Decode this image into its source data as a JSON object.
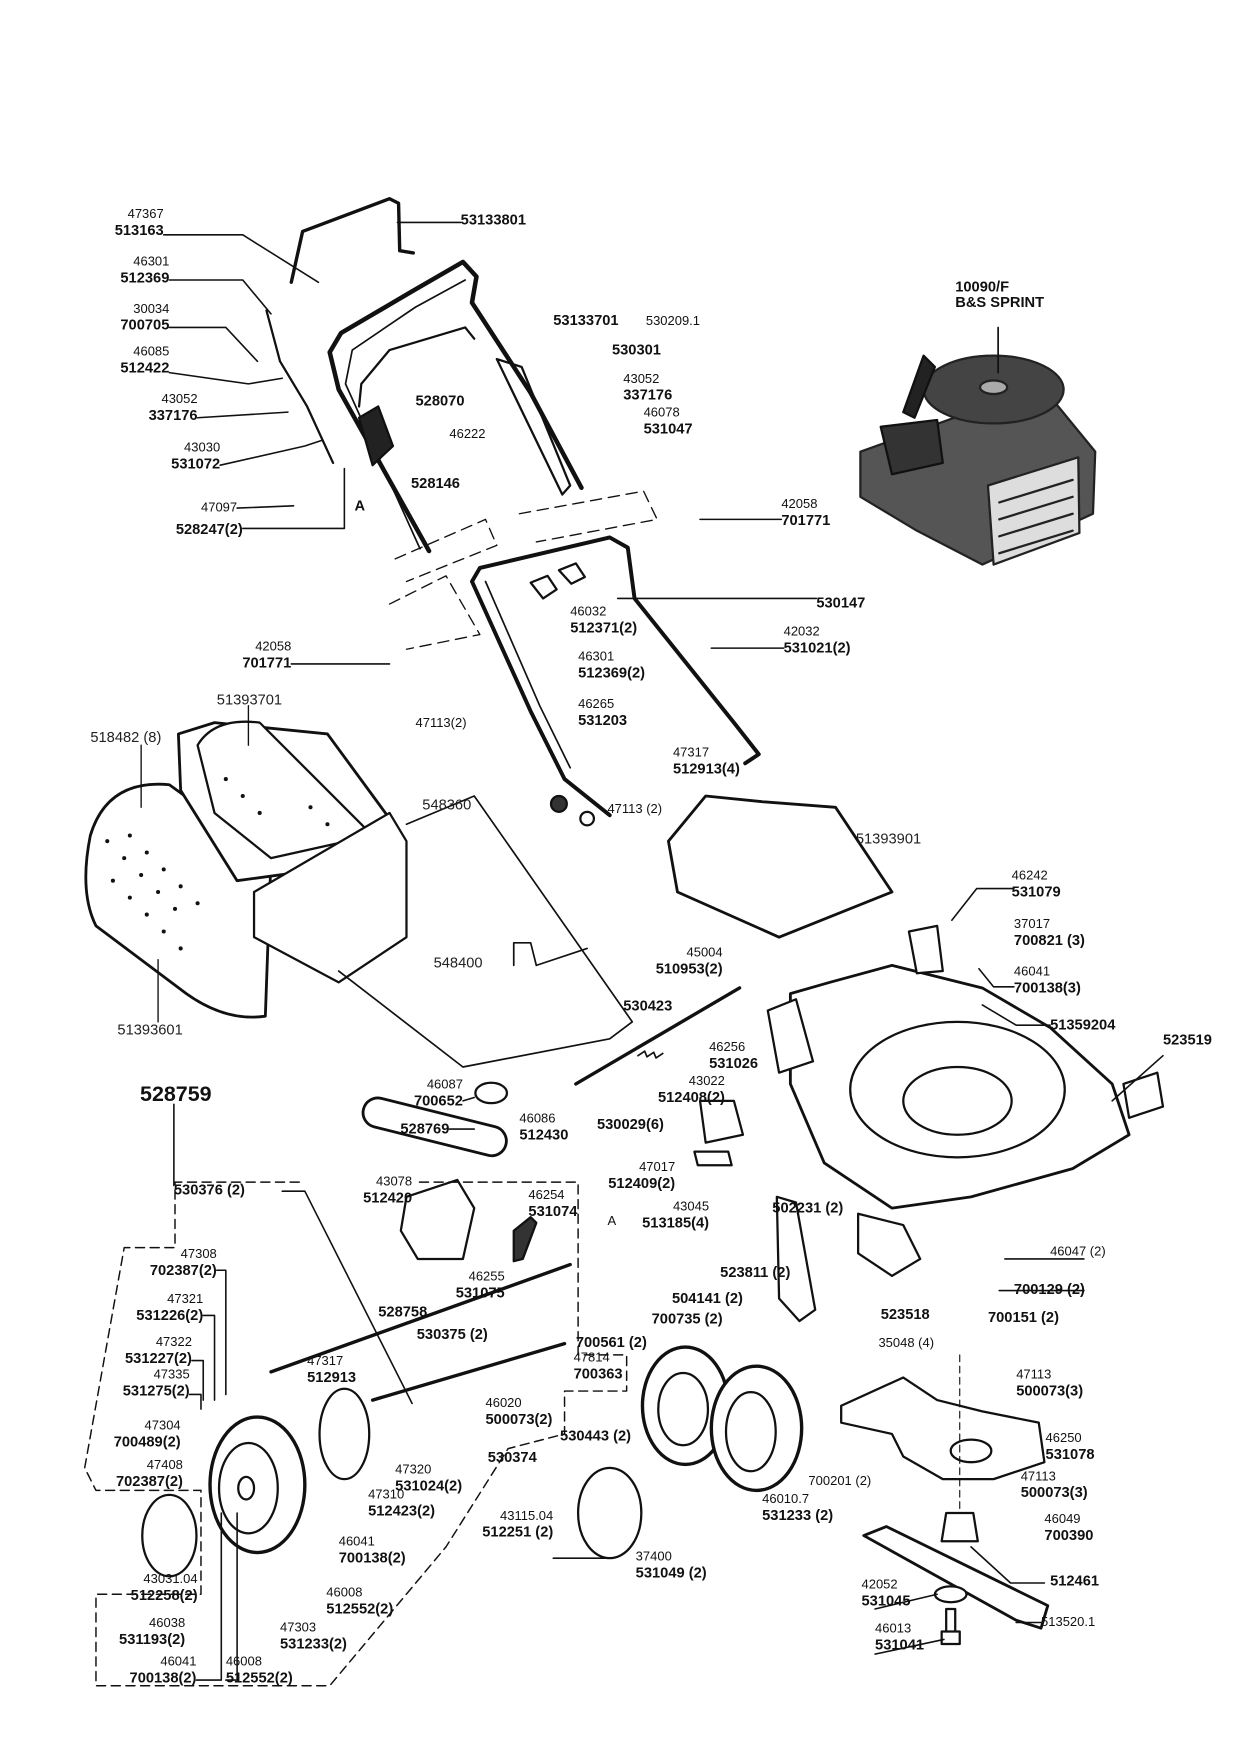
{
  "diagram": {
    "engine": {
      "code": "10090/F",
      "name": "B&S SPRINT"
    },
    "colors": {
      "line": "#111111",
      "engine_body": "#555555",
      "engine_dark": "#333333",
      "background": "#ffffff"
    },
    "labels": [
      {
        "code": "47367",
        "part": "513163"
      },
      {
        "code": "",
        "part": "53133801"
      },
      {
        "code": "46301",
        "part": "512369"
      },
      {
        "code": "30034",
        "part": "700705"
      },
      {
        "code": "",
        "part": "53133701"
      },
      {
        "code": "",
        "part": "530209.1"
      },
      {
        "code": "",
        "part": "530301"
      },
      {
        "code": "46085",
        "part": "512422"
      },
      {
        "code": "43052",
        "part": "337176"
      },
      {
        "code": "",
        "part": "528070"
      },
      {
        "code": "43052",
        "part": "337176"
      },
      {
        "code": "",
        "part": "46222"
      },
      {
        "code": "46078",
        "part": "531047"
      },
      {
        "code": "43030",
        "part": "531072"
      },
      {
        "code": "",
        "part": "528146"
      },
      {
        "code": "",
        "part": "47097"
      },
      {
        "code": "",
        "part": "A"
      },
      {
        "code": "",
        "part": "528247(2)"
      },
      {
        "code": "42058",
        "part": "701771"
      },
      {
        "code": "",
        "part": "530147"
      },
      {
        "code": "46032",
        "part": "512371(2)"
      },
      {
        "code": "42058",
        "part": "701771"
      },
      {
        "code": "42032",
        "part": "531021(2)"
      },
      {
        "code": "46301",
        "part": "512369(2)"
      },
      {
        "code": "46265",
        "part": "531203"
      },
      {
        "code": "",
        "part": "51393701"
      },
      {
        "code": "",
        "part": "518482 (8)"
      },
      {
        "code": "",
        "part": "47113(2)"
      },
      {
        "code": "47317",
        "part": "512913(4)"
      },
      {
        "code": "",
        "part": "548360"
      },
      {
        "code": "",
        "part": "47113 (2)"
      },
      {
        "code": "",
        "part": "51393901"
      },
      {
        "code": "46242",
        "part": "531079"
      },
      {
        "code": "37017",
        "part": "700821 (3)"
      },
      {
        "code": "46041",
        "part": "700138(3)"
      },
      {
        "code": "45004",
        "part": "510953(2)"
      },
      {
        "code": "",
        "part": "548400"
      },
      {
        "code": "",
        "part": "51393601"
      },
      {
        "code": "",
        "part": "530423"
      },
      {
        "code": "",
        "part": "51359204"
      },
      {
        "code": "",
        "part": "523519"
      },
      {
        "code": "46256",
        "part": "531026"
      },
      {
        "code": "",
        "part": "528759"
      },
      {
        "code": "46087",
        "part": "700652"
      },
      {
        "code": "43022",
        "part": "512408(2)"
      },
      {
        "code": "",
        "part": "528769"
      },
      {
        "code": "46086",
        "part": "512430"
      },
      {
        "code": "",
        "part": "530029(6)"
      },
      {
        "code": "47017",
        "part": "512409(2)"
      },
      {
        "code": "",
        "part": "530376 (2)"
      },
      {
        "code": "43078",
        "part": "512420"
      },
      {
        "code": "46254",
        "part": "531074"
      },
      {
        "code": "43045",
        "part": "513185(4)"
      },
      {
        "code": "",
        "part": "A"
      },
      {
        "code": "",
        "part": "502231 (2)"
      },
      {
        "code": "47308",
        "part": "702387(2)"
      },
      {
        "code": "",
        "part": "46047 (2)"
      },
      {
        "code": "",
        "part": "523811 (2)"
      },
      {
        "code": "",
        "part": "700129 (2)"
      },
      {
        "code": "46255",
        "part": "531075"
      },
      {
        "code": "47321",
        "part": "531226(2)"
      },
      {
        "code": "",
        "part": "528758"
      },
      {
        "code": "",
        "part": "504141 (2)"
      },
      {
        "code": "",
        "part": "523518"
      },
      {
        "code": "",
        "part": "700151 (2)"
      },
      {
        "code": "47322",
        "part": "531227(2)"
      },
      {
        "code": "",
        "part": "700735 (2)"
      },
      {
        "code": "",
        "part": "530375 (2)"
      },
      {
        "code": "",
        "part": "700561 (2)"
      },
      {
        "code": "",
        "part": "35048 (4)"
      },
      {
        "code": "47814",
        "part": "700363"
      },
      {
        "code": "47335",
        "part": "531275(2)"
      },
      {
        "code": "47317",
        "part": "512913"
      },
      {
        "code": "46020",
        "part": "500073(2)"
      },
      {
        "code": "47113",
        "part": "500073(3)"
      },
      {
        "code": "",
        "part": "530443 (2)"
      },
      {
        "code": "47304",
        "part": "700489(2)"
      },
      {
        "code": "46250",
        "part": "531078"
      },
      {
        "code": "47320",
        "part": "531024(2)"
      },
      {
        "code": "",
        "part": "530374"
      },
      {
        "code": "47408",
        "part": "702387(2)"
      },
      {
        "code": "47113",
        "part": "500073(3)"
      },
      {
        "code": "",
        "part": "700201 (2)"
      },
      {
        "code": "47310",
        "part": "512423(2)"
      },
      {
        "code": "46010.7",
        "part": "531233 (2)"
      },
      {
        "code": "43115.04",
        "part": "512251 (2)"
      },
      {
        "code": "46049",
        "part": "700390"
      },
      {
        "code": "46041",
        "part": "700138(2)"
      },
      {
        "code": "37400",
        "part": "531049 (2)"
      },
      {
        "code": "",
        "part": "512461"
      },
      {
        "code": "43031.04",
        "part": "512258(2)"
      },
      {
        "code": "42052",
        "part": "531045"
      },
      {
        "code": "46008",
        "part": "512552(2)"
      },
      {
        "code": "",
        "part": "513520.1"
      },
      {
        "code": "46038",
        "part": "531193(2)"
      },
      {
        "code": "47303",
        "part": "531233(2)"
      },
      {
        "code": "46013",
        "part": "531041"
      },
      {
        "code": "46041",
        "part": "700138(2)"
      },
      {
        "code": "46008",
        "part": "512552(2)"
      }
    ]
  }
}
